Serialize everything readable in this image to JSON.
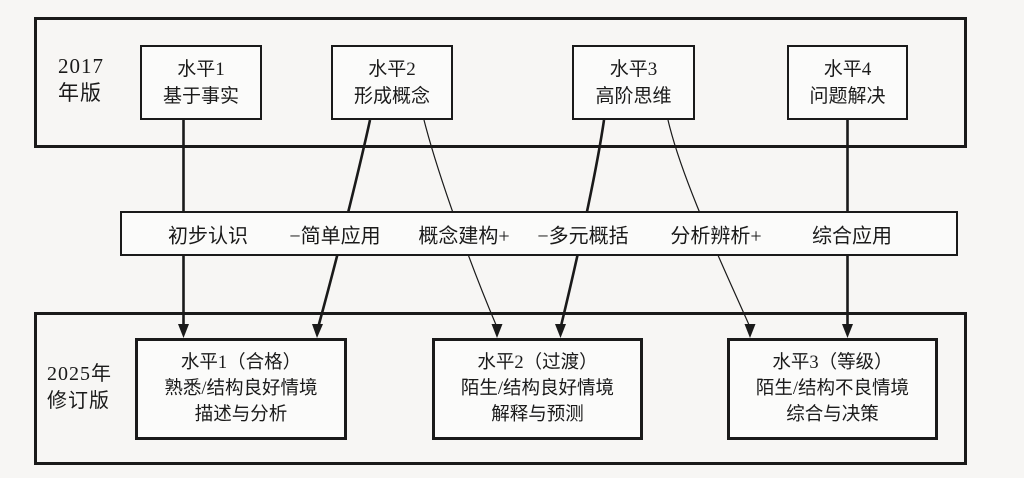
{
  "figure": {
    "top": {
      "label_line1": "2017",
      "label_line2": "年版",
      "boxes": [
        {
          "title": "水平1",
          "subtitle": "基于事实"
        },
        {
          "title": "水平2",
          "subtitle": "形成概念"
        },
        {
          "title": "水平3",
          "subtitle": "高阶思维"
        },
        {
          "title": "水平4",
          "subtitle": "问题解决"
        }
      ]
    },
    "strip": {
      "items": [
        "初步认识",
        "−简单应用",
        "概念建构+",
        "−多元概括",
        "分析辨析+",
        "综合应用"
      ]
    },
    "bottom": {
      "label_line1": "2025年",
      "label_line2": "修订版",
      "boxes": [
        {
          "line1": "水平1（合格）",
          "line2": "熟悉/结构良好情境",
          "line3": "描述与分析"
        },
        {
          "line1": "水平2（过渡）",
          "line2": "陌生/结构良好情境",
          "line3": "解释与预测"
        },
        {
          "line1": "水平3（等级）",
          "line2": "陌生/结构不良情境",
          "line3": "综合与决策"
        }
      ]
    },
    "colors": {
      "ink": "#1a1a1a",
      "background": "#f7f6f4",
      "box_fill": "#fbfbfa"
    }
  }
}
